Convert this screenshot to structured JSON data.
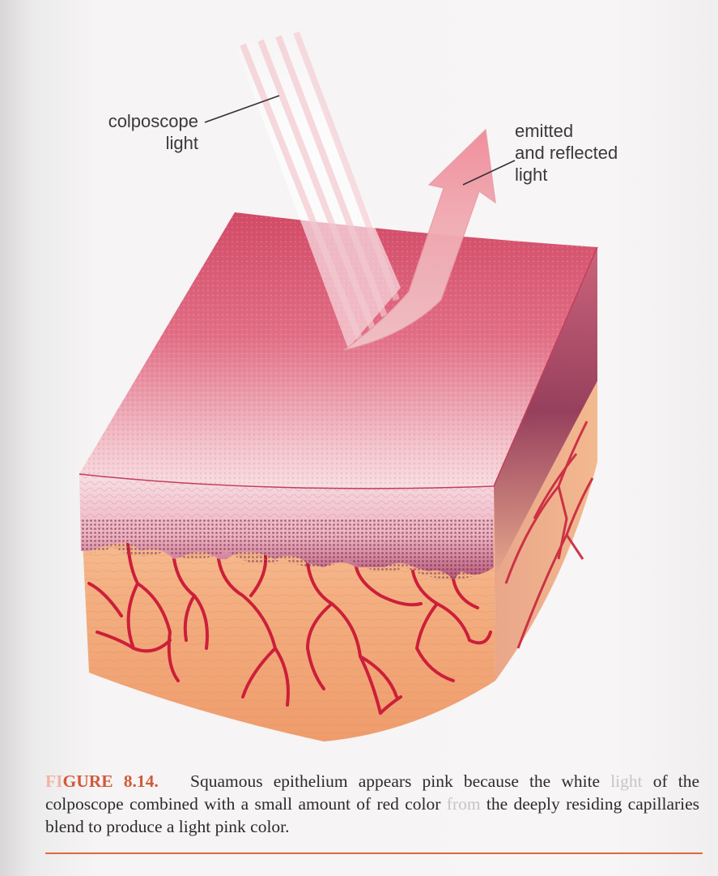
{
  "labels": {
    "colposcope_light": "colposcope\nlight",
    "emitted_reflected_light": "emitted\nand reflected\nlight"
  },
  "caption": {
    "figure_number": "FIGURE 8.14.",
    "figure_number_faded_part": "FI",
    "figure_number_visible_part": "GURE 8.14.",
    "text_line1": "Squamous epithelium appears pink because the white",
    "faded_word_line2": "light",
    "text_line2": "of the colposcope combined with a small amount of red color",
    "faded_word_line3": "from",
    "text_line3": "the deeply residing capillaries blend to produce a light pink color."
  },
  "colors": {
    "tissue_surface": "#d9566e",
    "epithelium": "#f0b9c4",
    "basal_layer": "#7a2f4f",
    "stroma": "#f2a77a",
    "capillaries": "#cc1f3a",
    "caption_accent": "#d2593a",
    "rule": "#e0673e"
  }
}
